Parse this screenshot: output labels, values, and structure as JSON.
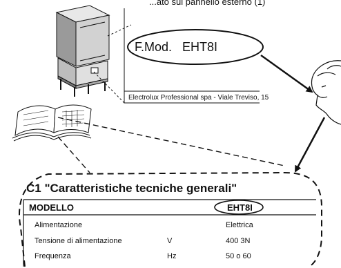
{
  "plate": {
    "top_fragment": "...ato sul pannello esterno (1)",
    "model_field": "F.Mod.",
    "model_value": "EHT8I",
    "company_line": "Electrolux Professional spa - Viale Treviso, 15"
  },
  "spec_table": {
    "heading": "C1 \"Caratteristiche tecniche generali\"",
    "col_header": "MODELLO",
    "model": "EHT8I",
    "rows": [
      {
        "label": "Alimentazione",
        "unit": "",
        "value": "Elettrica"
      },
      {
        "label": "Tensione di alimentazione",
        "unit": "V",
        "value": "400 3N"
      },
      {
        "label": "Frequenza",
        "unit": "Hz",
        "value": "50 o 60"
      }
    ]
  },
  "icons": [
    "dishwasher-icon",
    "manual-book-icon",
    "reader-face-icon",
    "arrow-icon"
  ]
}
